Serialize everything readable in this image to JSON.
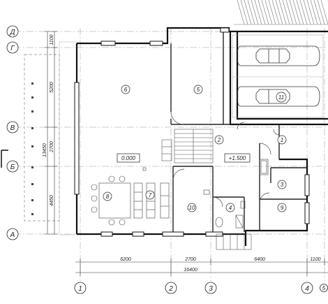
{
  "axes_rows": [
    {
      "id": "row-d",
      "label": "Д"
    },
    {
      "id": "row-g",
      "label": "Г"
    },
    {
      "id": "row-v",
      "label": "В"
    },
    {
      "id": "row-b",
      "label": "Б"
    },
    {
      "id": "row-a",
      "label": "А"
    }
  ],
  "axes_cols": [
    {
      "id": "col-1",
      "label": "1"
    },
    {
      "id": "col-2",
      "label": "2"
    },
    {
      "id": "col-3",
      "label": "3"
    },
    {
      "id": "col-4",
      "label": "4"
    },
    {
      "id": "col-5",
      "label": "5"
    }
  ],
  "dims_vertical": [
    {
      "id": "dim-v-1100",
      "label": "1100"
    },
    {
      "id": "dim-v-5200",
      "label": "5200"
    },
    {
      "id": "dim-v-2700",
      "label": "2700"
    },
    {
      "id": "dim-v-4450",
      "label": "4450"
    },
    {
      "id": "dim-v-13450",
      "label": "13450"
    }
  ],
  "dims_horizontal": [
    {
      "id": "dim-h-6200",
      "label": "6200"
    },
    {
      "id": "dim-h-2700",
      "label": "2700"
    },
    {
      "id": "dim-h-6400",
      "label": "6400"
    },
    {
      "id": "dim-h-1100",
      "label": "1100"
    },
    {
      "id": "dim-h-16400",
      "label": "16400"
    }
  ],
  "rooms": [
    {
      "id": "room-1",
      "label": "1"
    },
    {
      "id": "room-2",
      "label": "2"
    },
    {
      "id": "room-3",
      "label": "3"
    },
    {
      "id": "room-4",
      "label": "4"
    },
    {
      "id": "room-5",
      "label": "5"
    },
    {
      "id": "room-6",
      "label": "6"
    },
    {
      "id": "room-7",
      "label": "7"
    },
    {
      "id": "room-8",
      "label": "8"
    },
    {
      "id": "room-9",
      "label": "9"
    },
    {
      "id": "room-10",
      "label": "10"
    },
    {
      "id": "room-11",
      "label": "11"
    }
  ],
  "levels": [
    {
      "id": "level-main",
      "label": "0.000"
    },
    {
      "id": "level-garage",
      "label": "+1.500"
    }
  ]
}
